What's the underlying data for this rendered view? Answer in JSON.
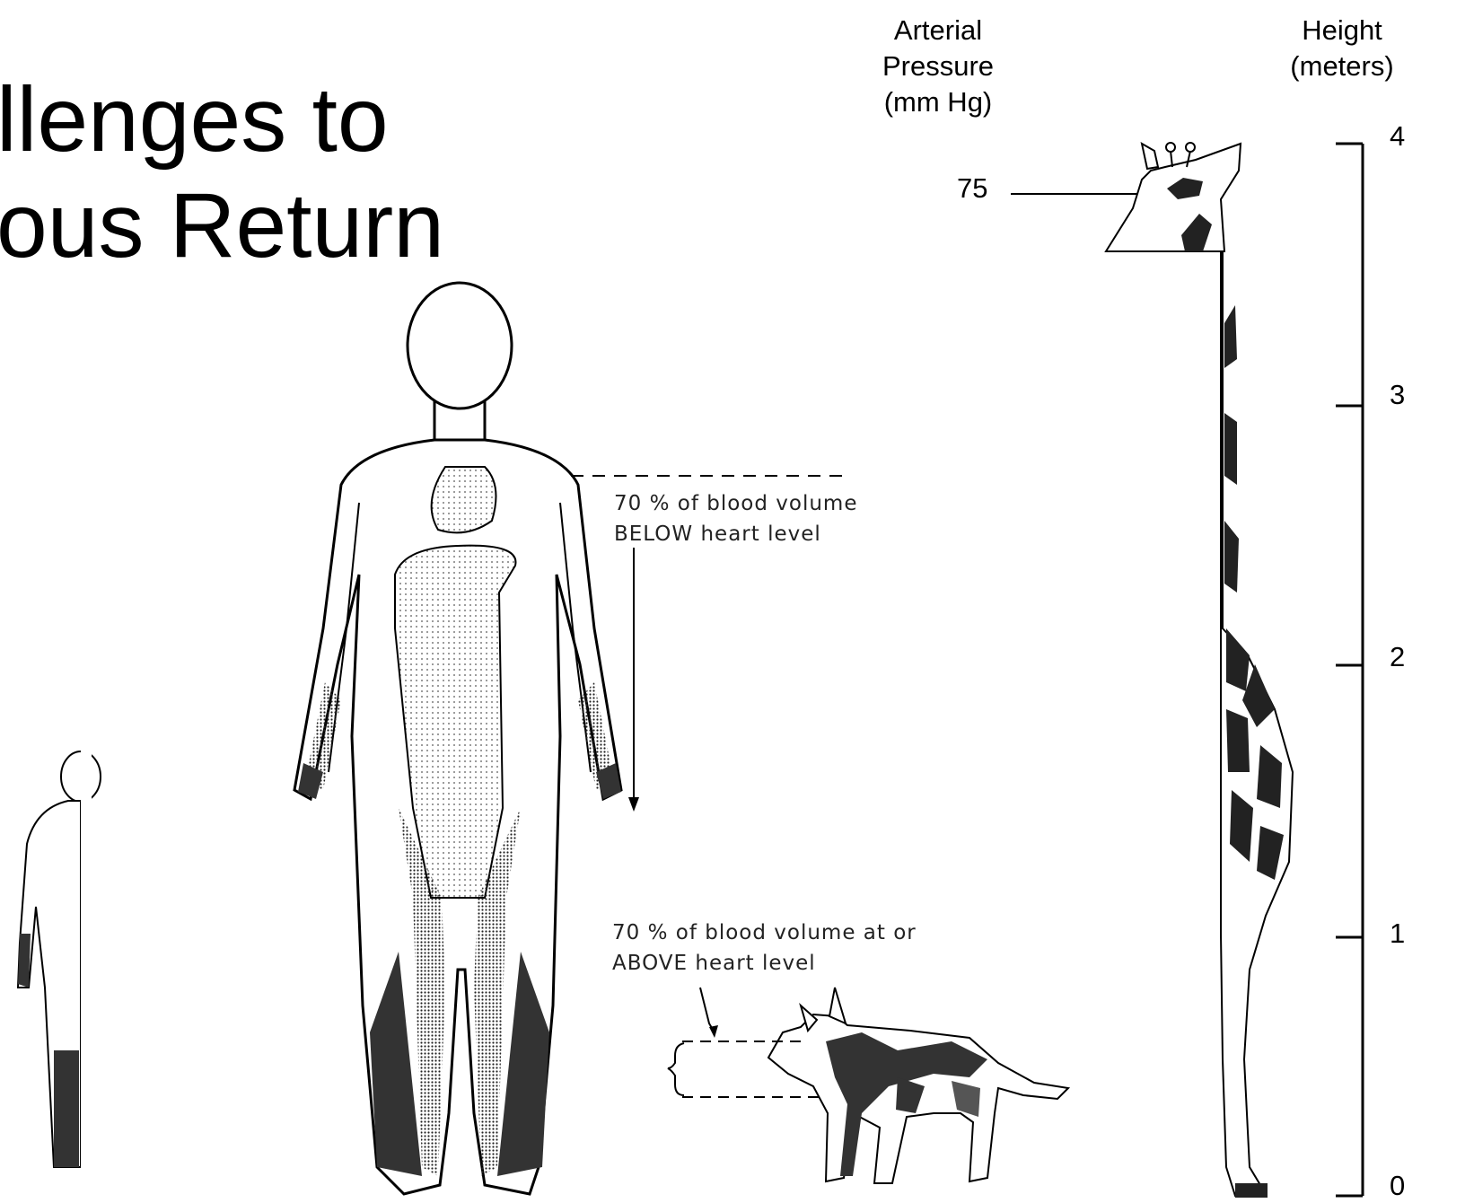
{
  "title": {
    "line1": "llenges to",
    "line2": "ous Return"
  },
  "pressure_header": {
    "line1": "Arterial",
    "line2": "Pressure",
    "line3": "(mm Hg)"
  },
  "height_header": {
    "line1": "Height",
    "line2": "(meters)"
  },
  "pressure_readings": [
    {
      "value": "75"
    }
  ],
  "height_scale": {
    "ticks": [
      "4",
      "3",
      "2",
      "1",
      "0"
    ]
  },
  "annotations": {
    "human_line1": "70 % of blood volume",
    "human_line2": "BELOW heart level",
    "dog_line1": "70 % of blood volume at or",
    "dog_line2": "ABOVE heart level"
  },
  "colors": {
    "ink": "#000000",
    "shade": "#333333",
    "background": "#ffffff"
  }
}
